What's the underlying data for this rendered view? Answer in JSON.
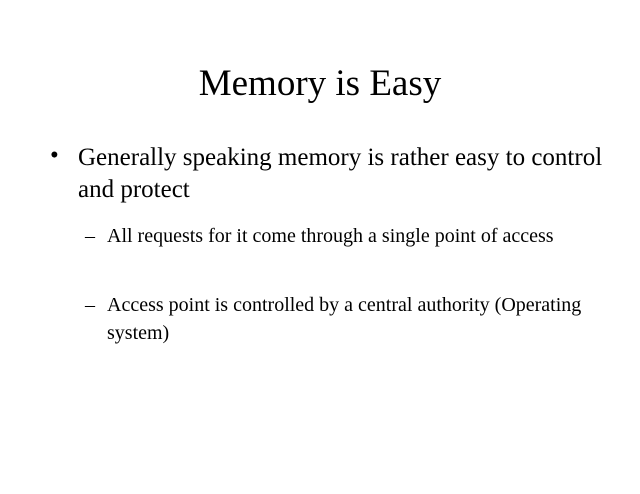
{
  "slide": {
    "title": "Memory is Easy",
    "bullets": [
      {
        "marker": "•",
        "text": "Generally speaking memory is rather easy to control and protect",
        "sub": [
          {
            "marker": "–",
            "text": "All requests for it come through a single point of access"
          },
          {
            "marker": "–",
            "text": "Access point is controlled by a central authority (Operating system)"
          }
        ]
      }
    ]
  }
}
